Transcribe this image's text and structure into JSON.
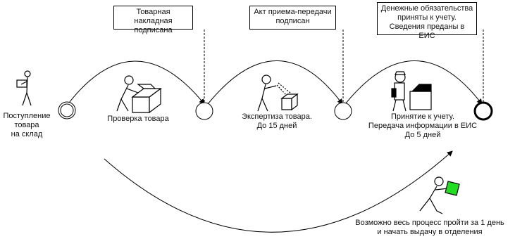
{
  "milestones": [
    {
      "text": "Товарная накладная\nподписана"
    },
    {
      "text": "Акт приема-передачи\nподписан"
    },
    {
      "text": "Денежные обязательства\nприняты к учету.\nСведения преданы в ЕИС"
    }
  ],
  "stages": [
    {
      "text": "Поступление\nтовара\nна склад"
    },
    {
      "text": "Проверка товара"
    },
    {
      "text": "Экспертиза товара.\nДо 15 дней"
    },
    {
      "text": "Принятие к учету.\nПередача информации в ЕИС\nДо 5 дней"
    }
  ],
  "fast_path": {
    "text": "Возможно весь процесс пройти за 1 день\nи начать выдачу в отделения"
  },
  "colors": {
    "line": "#000000",
    "package": "#22dd22",
    "figure_fill": "#ffffff"
  }
}
